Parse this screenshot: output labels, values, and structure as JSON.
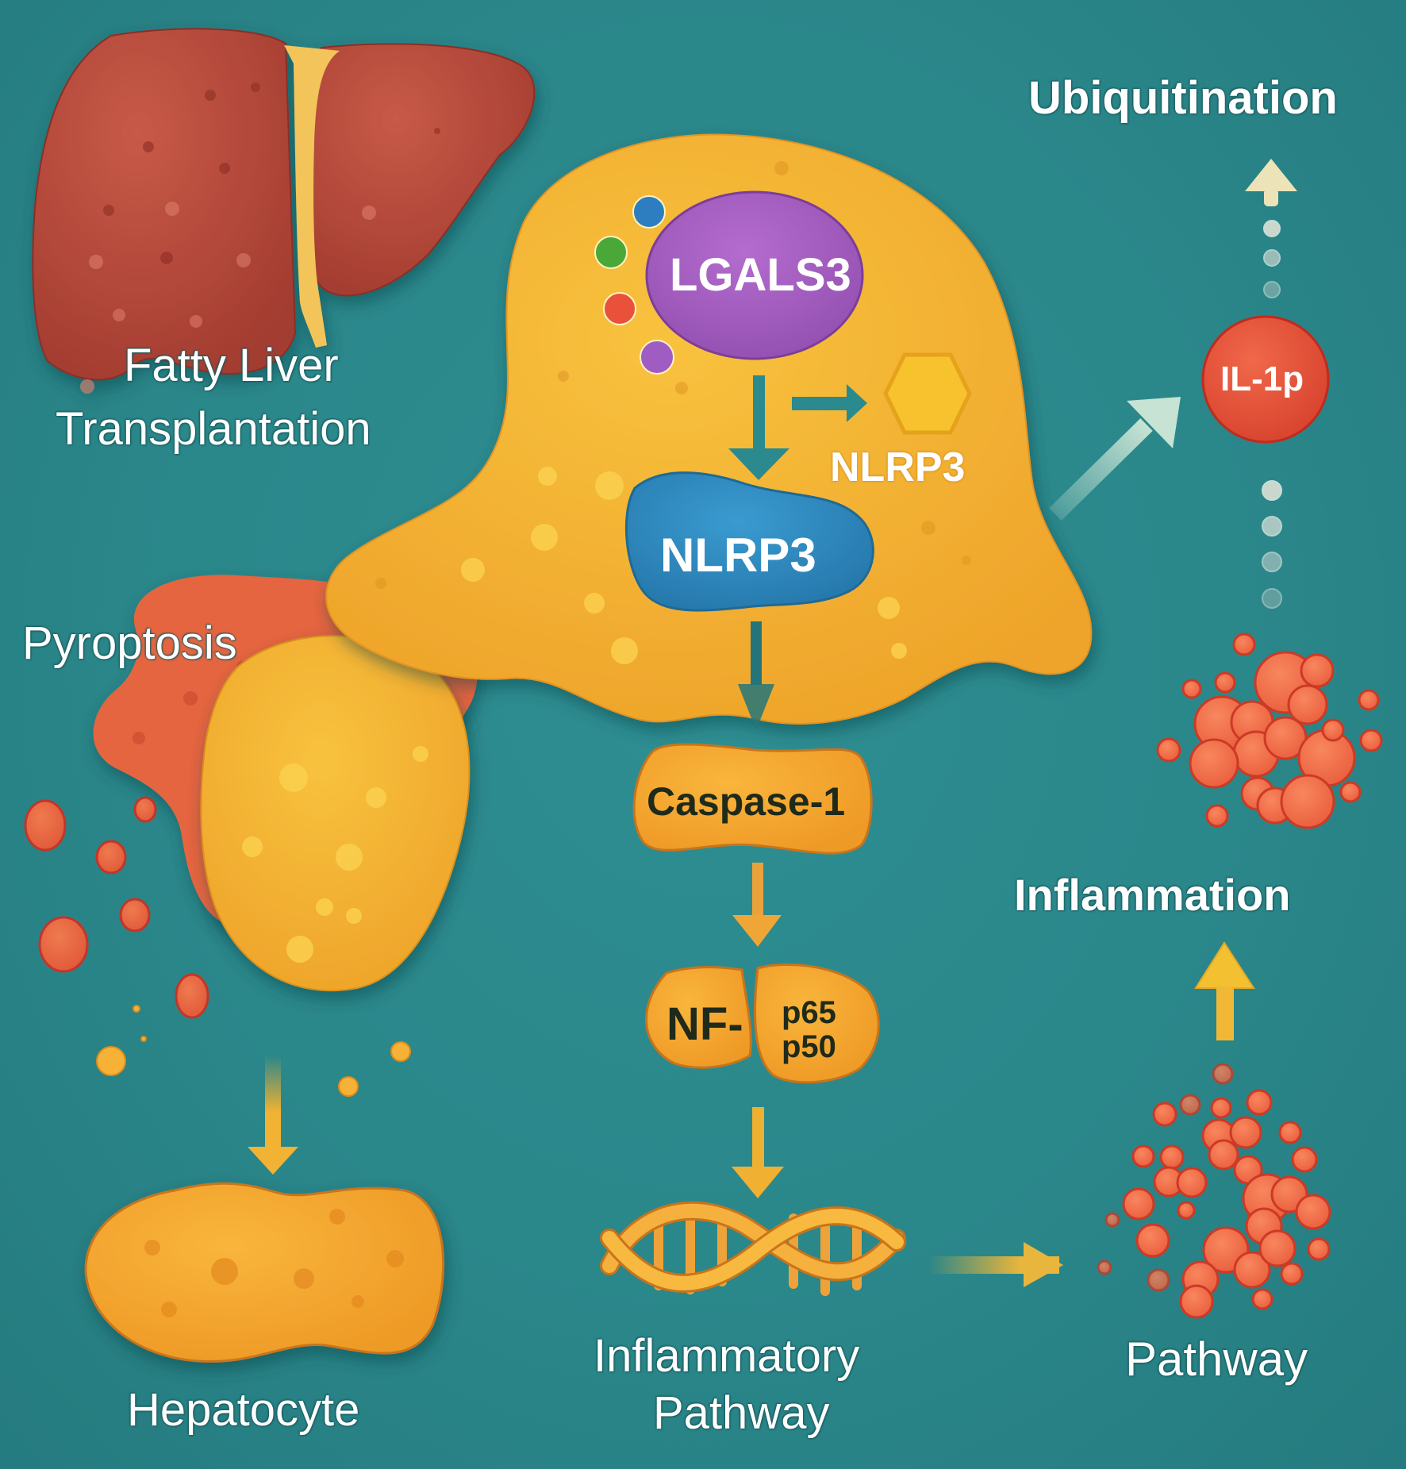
{
  "title": "LGALS3-NLRP3 pyroptosis pathway in fatty liver transplantation",
  "colors": {
    "background": "#2a878a",
    "macrophage": "#f3ae2e",
    "liver": "#b9483a",
    "lgals3": "#a25bbd",
    "nlrp3_blob": "#2c8bc0",
    "hexagon": "#f7c22d",
    "il1_ball": "#e8503a",
    "cytokine": "#f06a48",
    "text": "#ffffff",
    "dark_text": "#1f2a1a"
  },
  "labels": {
    "fatty_liver_line1": "Fatty Liver",
    "fatty_liver_line2": "Transplantation",
    "pyroptosis": "Pyroptosis",
    "hepatocyte": "Hepatocyte",
    "lgals3": "LGALS3",
    "nlrp3_hex_label": "NLRP3",
    "nlrp3_blob": "NLRP3",
    "caspase": "Caspase-1",
    "nf_prefix": "NF-",
    "p65": "p65",
    "p50": "p50",
    "inflammatory_line1": "Inflammatory",
    "inflammatory_line2": "Pathway",
    "pathway": "Pathway",
    "inflammation": "Inflammation",
    "il1": "IL-1p",
    "ubiquitination": "Ubiquitination"
  },
  "icons": [
    "liver-icon",
    "macrophage-cell-icon",
    "lgals3-protein-icon",
    "small-molecule-dots-icon",
    "hexagon-nlrp3-icon",
    "nlrp3-blob-icon",
    "caspase-pill-icon",
    "nfkb-dimer-icon",
    "dna-helix-icon",
    "cytokine-cluster-icon",
    "il1-ball-icon",
    "pyroptotic-cell-icon",
    "hepatocyte-icon",
    "arrow-icons",
    "dotted-trail-icon"
  ]
}
